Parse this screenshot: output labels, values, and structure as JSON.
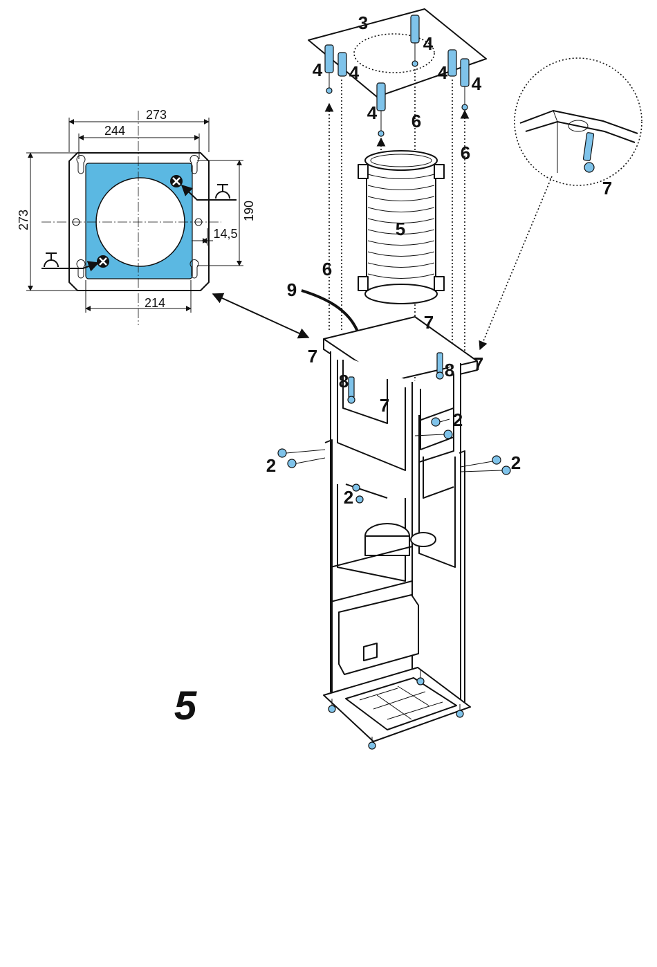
{
  "figure": {
    "number": "5"
  },
  "template": {
    "dimensions": {
      "top_outer": "273",
      "top_inner": "244",
      "left_height": "273",
      "right_height": "190",
      "bottom_width": "214",
      "offset": "14,5"
    }
  },
  "callouts": {
    "ceiling_plate": "3",
    "anchor": "4",
    "flex_duct": "5",
    "guide_line": "6",
    "hook_screw": "7",
    "frame_screw": "8",
    "cable": "9",
    "side_screw": "2"
  },
  "colors": {
    "template_fill": "#5bb8e2",
    "hardware": "#7fc3ea",
    "line": "#111111"
  }
}
